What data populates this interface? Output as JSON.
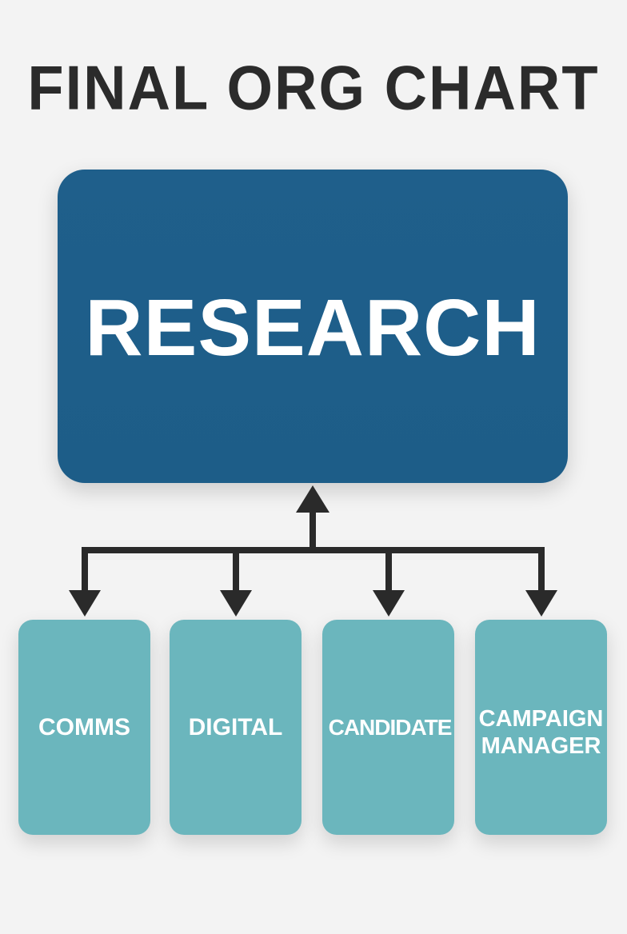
{
  "diagram": {
    "title": "FINAL ORG CHART",
    "top_node": {
      "label": "RESEARCH"
    },
    "child_nodes": [
      {
        "label": "COMMS"
      },
      {
        "label": "DIGITAL"
      },
      {
        "label": "CANDIDATE"
      },
      {
        "label": "CAMPAIGN\nMANAGER"
      }
    ],
    "colors": {
      "background": "#f3f3f3",
      "title": "#2b2b2b",
      "top_node": "#1f5f8b",
      "child_nodes": "#6bb6bd",
      "connectors": "#2a2a2a"
    }
  }
}
